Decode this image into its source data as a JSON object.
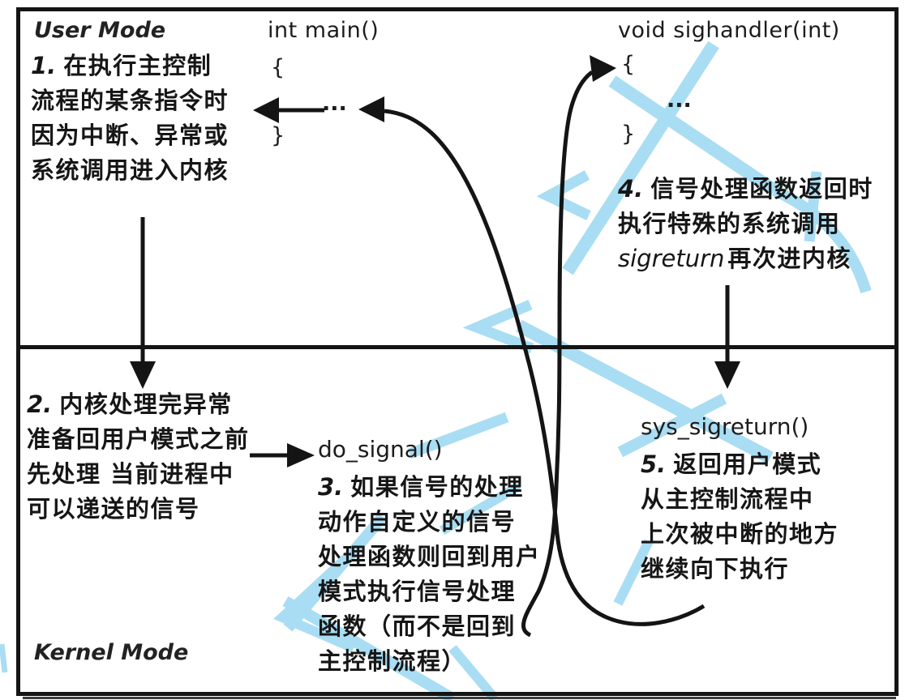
{
  "title": "Linux signal handling flow diagram",
  "colors": {
    "line_black": "#141414",
    "text_black": "#161616",
    "watermark_blue": "#a9ddf3",
    "background": "#ffffff"
  },
  "regions": {
    "user_mode_label": "User Mode",
    "kernel_mode_label": "Kernel Mode"
  },
  "code_main": {
    "title": "int main()",
    "open_brace": "{",
    "body": "...",
    "close_brace": "}"
  },
  "code_sighandler": {
    "title": "void sighandler(int)",
    "open_brace": "{",
    "body": "...",
    "close_brace": "}"
  },
  "functions": {
    "do_signal": "do_signal()",
    "sys_sigreturn": "sys_sigreturn()"
  },
  "steps": {
    "s1": {
      "num": "1.",
      "lines": [
        "在执行主控制",
        "流程的某条指令时",
        "因为中断、异常或",
        "系统调用进入内核"
      ]
    },
    "s2": {
      "num": "2.",
      "lines": [
        "内核处理完异常",
        "准备回用户模式之前",
        "先处理 当前进程中",
        "可以递送的信号"
      ]
    },
    "s3": {
      "num": "3.",
      "lines": [
        "如果信号的处理",
        "动作自定义的信号",
        "处理函数则回到用户",
        "模式执行信号处理",
        "函数（而不是回到",
        "主控制流程）"
      ]
    },
    "s4": {
      "num": "4.",
      "lines": [
        "信号处理函数返回时",
        "执行特殊的系统调用"
      ],
      "italic_word": "sigreturn",
      "line3_rest": "再次进内核"
    },
    "s5": {
      "num": "5.",
      "lines": [
        "返回用户模式",
        "从主控制流程中",
        "上次被中断的地方",
        "继续向下执行"
      ]
    }
  }
}
